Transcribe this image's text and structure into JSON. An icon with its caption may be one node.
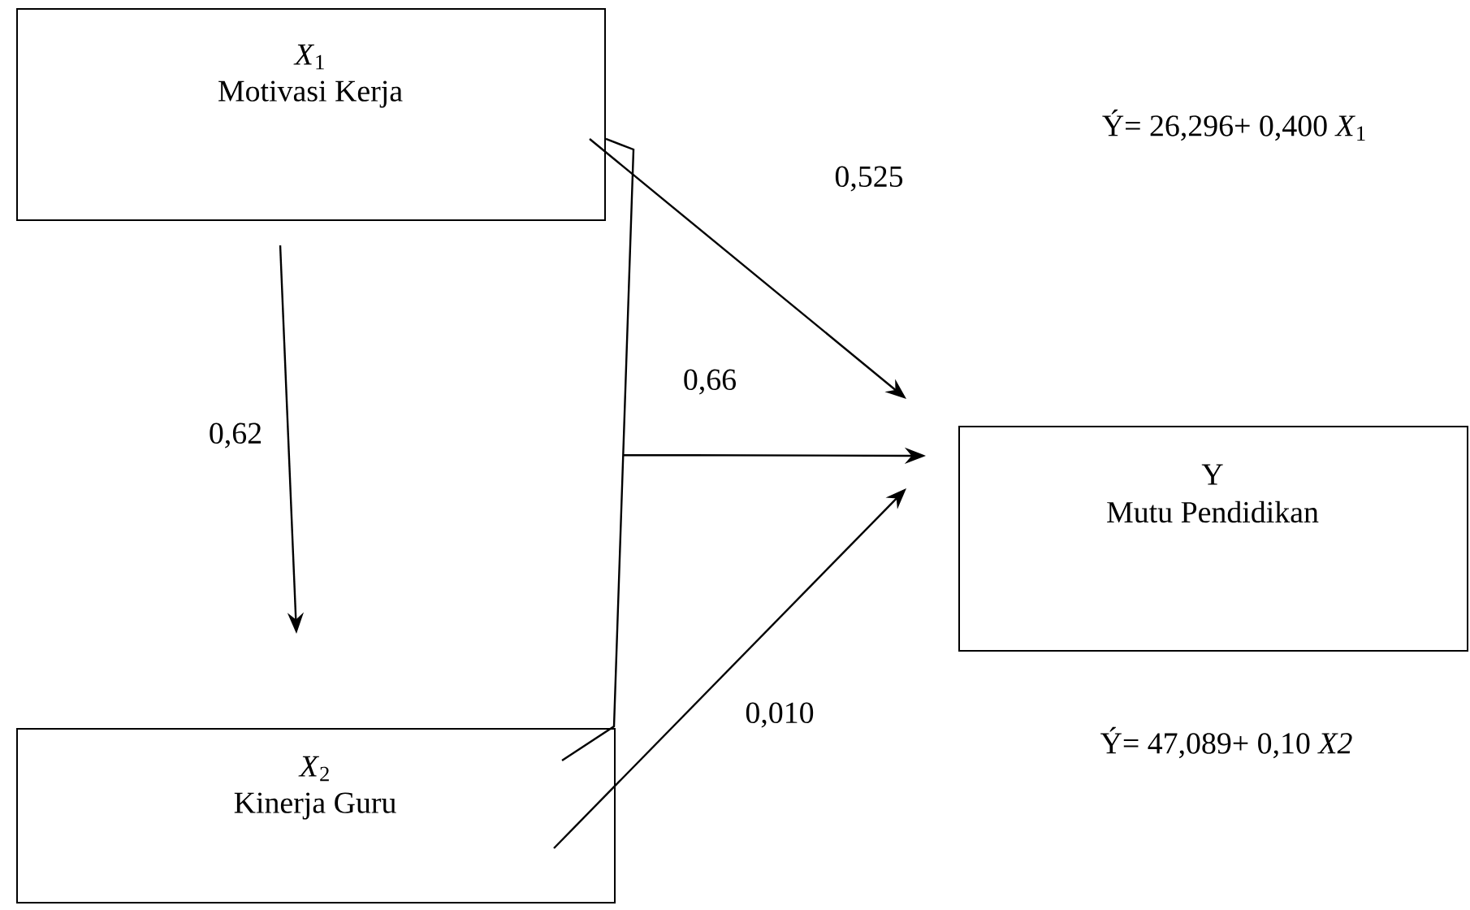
{
  "diagram": {
    "nodes": [
      {
        "text": [
          "*X*$_{1}$",
          "Motivasi Kerja"
        ]
      },
      {
        "text": [
          "*X*$_{2}$",
          "Kinerja Guru"
        ]
      },
      {
        "text": [
          "Y",
          "Mutu Pendidikan"
        ]
      }
    ],
    "edges": [
      {
        "from": 0,
        "to": 1,
        "arrow": "to",
        "label": "0,62"
      },
      {
        "from": 0,
        "to": 2,
        "arrow": "to",
        "label": "0,525"
      },
      {
        "from": 0,
        "to": 2,
        "arrow": "to",
        "label": "0,66"
      },
      {
        "from": 1,
        "to": 2,
        "arrow": "to"
      },
      {
        "from": 1,
        "to": 2,
        "arrow": "to",
        "label": "0,010"
      }
    ],
    "labels": [
      "Ý= 26,296+ 0,400 *X*$_{1}$",
      "Ý= 47,089+ 0,10 *X2*"
    ]
  }
}
